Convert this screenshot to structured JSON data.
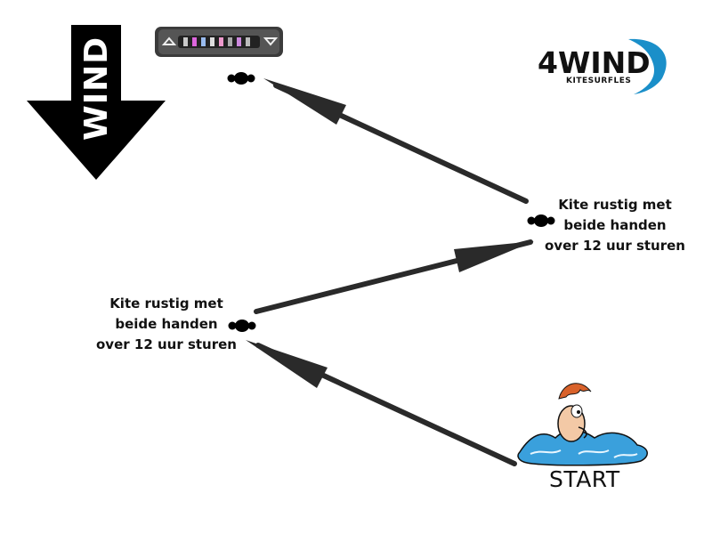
{
  "wind_arrow": {
    "label": "WIND"
  },
  "logo": {
    "main": "4WIND",
    "sub": "KITESURFLES",
    "accent": "#1a8fc9"
  },
  "steps": [
    {
      "lines": [
        "Kite rustig met",
        "beide handen",
        "over 12 uur sturen"
      ]
    },
    {
      "lines": [
        "Kite rustig met",
        "beide handen",
        "over 12 uur sturen"
      ]
    }
  ],
  "start_label": "START",
  "colors": {
    "arrow": "#2a2a2a",
    "bar": "#333333",
    "water": "#3aa0dc"
  },
  "icons": [
    "down-arrow-icon",
    "control-bar-icon",
    "bar-handle-icon",
    "swimmer-icon"
  ]
}
